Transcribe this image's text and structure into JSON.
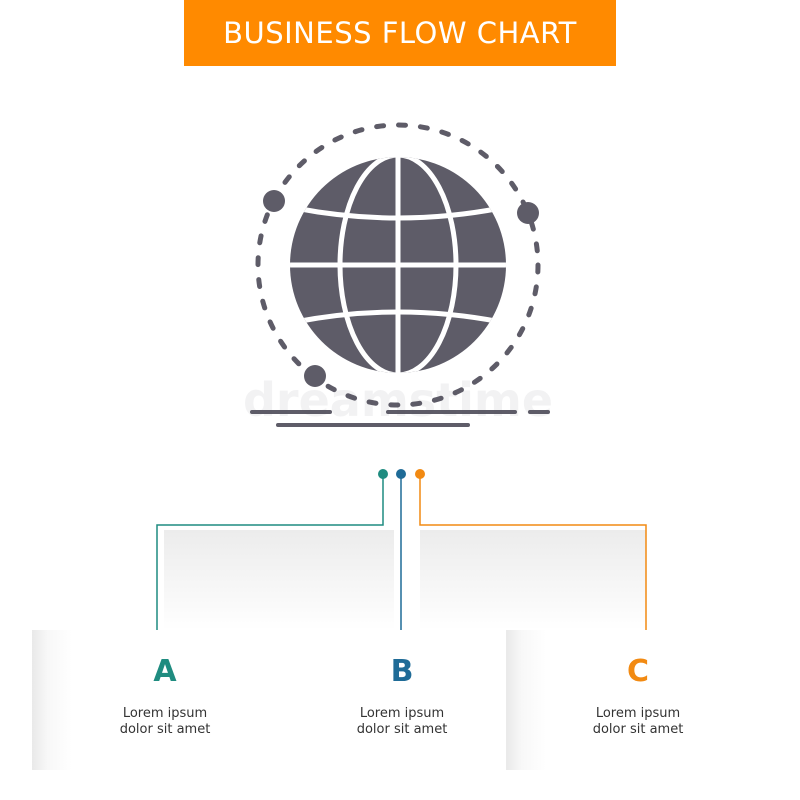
{
  "title": "BUSINESS FLOW CHART",
  "colors": {
    "title_bg": "#ff8a00",
    "title_text": "#ffffff",
    "icon": "#5e5c68",
    "option_a": "#1f8c80",
    "option_b": "#1f6b97",
    "option_c": "#f28a12"
  },
  "icon": {
    "name": "globe-network-icon"
  },
  "watermark": "dreamstime",
  "options": [
    {
      "letter": "A",
      "line1": "Lorem ipsum",
      "line2": "dolor sit amet",
      "color": "#1f8c80"
    },
    {
      "letter": "B",
      "line1": "Lorem ipsum",
      "line2": "dolor sit amet",
      "color": "#1f6b97"
    },
    {
      "letter": "C",
      "line1": "Lorem ipsum",
      "line2": "dolor sit amet",
      "color": "#f28a12"
    }
  ]
}
